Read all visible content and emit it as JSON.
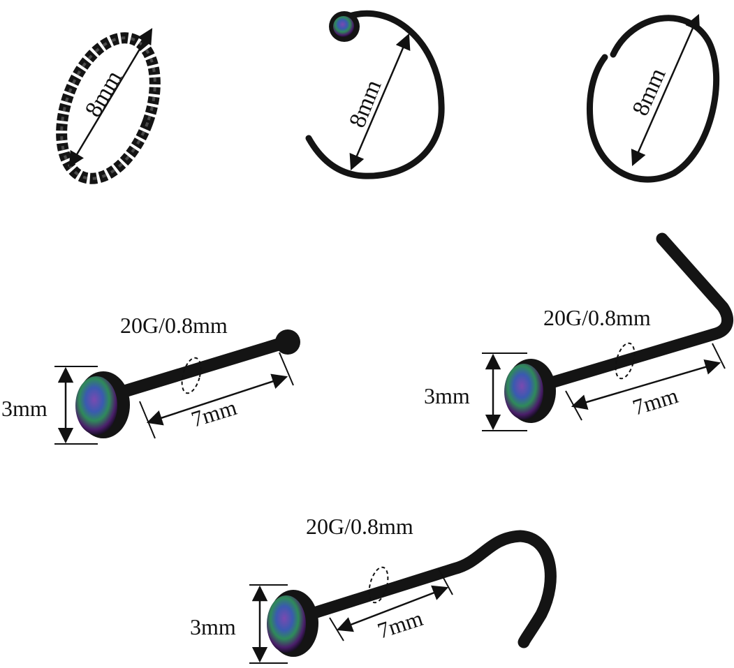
{
  "labels": {
    "twisted_ring_diameter": "8mm",
    "gem_hoop_diameter": "8mm",
    "plain_ring_diameter": "8mm",
    "straight_stud_gauge": "20G/0.8mm",
    "straight_stud_length": "7mm",
    "straight_stud_gem": "3mm",
    "l_stud_gauge": "20G/0.8mm",
    "l_stud_length": "7mm",
    "l_stud_gem": "3mm",
    "screw_stud_gauge": "20G/0.8mm",
    "screw_stud_length": "7mm",
    "screw_stud_gem": "3mm"
  },
  "colors": {
    "metal": "#141414",
    "gem_dark": "#2a1840",
    "gem_purple": "#5a2a8a",
    "gem_green": "#2f8a5a",
    "gem_blue": "#3a4aa0"
  }
}
